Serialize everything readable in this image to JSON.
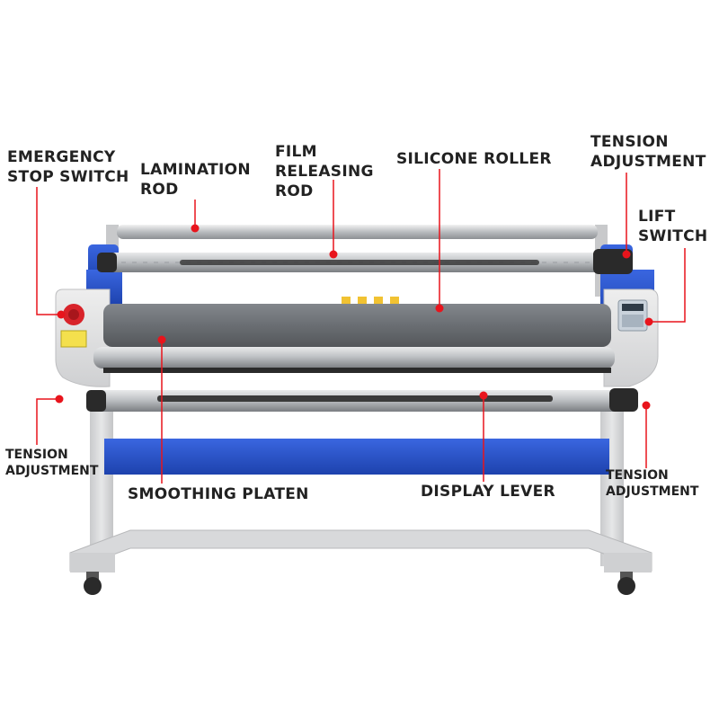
{
  "labels": {
    "emergency_stop": [
      "EMERGENCY",
      "STOP SWITCH"
    ],
    "lamination_rod": [
      "LAMINATION",
      "ROD"
    ],
    "film_releasing_rod": [
      "FILM",
      "RELEASING",
      "ROD"
    ],
    "silicone_roller": [
      "SILICONE ROLLER"
    ],
    "tension_top_right": [
      "TENSION",
      "ADJUSTMENT"
    ],
    "lift_switch": [
      "LIFT",
      "SWITCH"
    ],
    "tension_left": [
      "TENSION",
      "ADJUSTMENT"
    ],
    "smoothing_platen": [
      "SMOOTHING PLATEN"
    ],
    "display_lever": [
      "DISPLAY LEVER"
    ],
    "tension_bottom_right": [
      "TENSION",
      "ADJUSTMENT"
    ]
  },
  "colors": {
    "callout": "#e8141c",
    "frame": "#dcdcdc",
    "blue": "#2451c7",
    "roller": "#6b6e72",
    "panel_red": "#d8232a"
  }
}
